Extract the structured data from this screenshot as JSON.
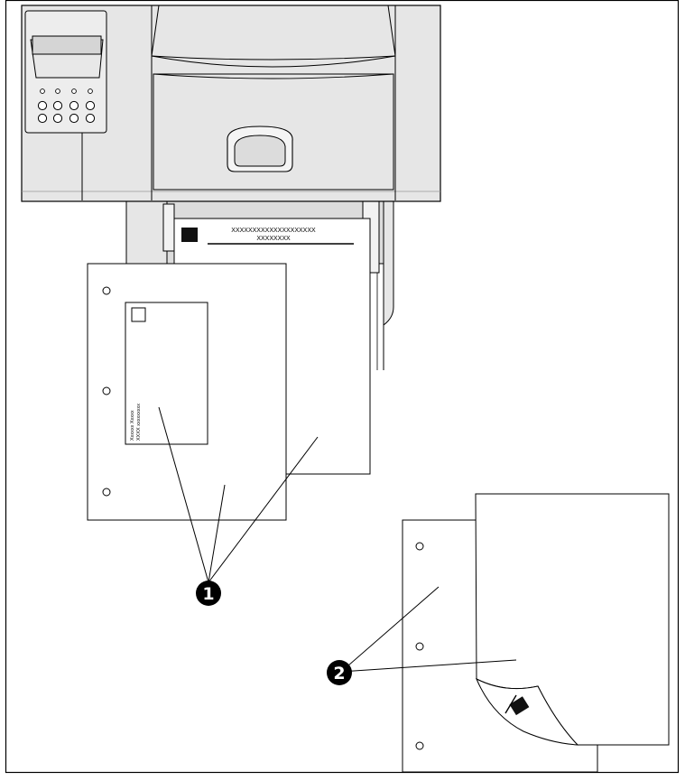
{
  "diagram": {
    "upper_sheet_text_line1": "XXXXXXXXXXXXXXXXXXXX",
    "upper_sheet_text_line2": "XXXXXXXX",
    "envelope_address_line1": "Xxxxxx Xxxxx",
    "envelope_address_line2": "XXXX xxxxxxxxx",
    "callout_1": "1",
    "callout_2": "2"
  },
  "colors": {
    "printer_body": "#e6e6e6",
    "printer_shadow": "#cfcfcf",
    "stroke": "#000000",
    "paper": "#ffffff",
    "callout_fill": "#000000",
    "callout_text": "#ffffff"
  }
}
